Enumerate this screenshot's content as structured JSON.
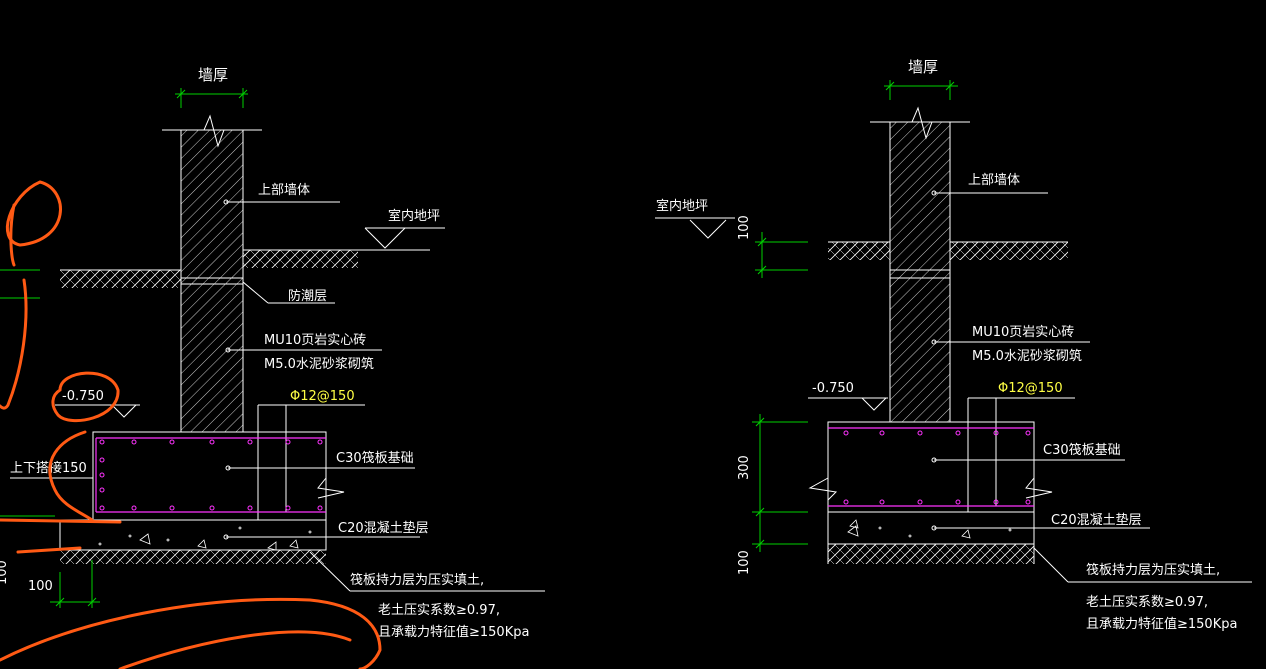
{
  "colors": {
    "background": "#000000",
    "line": "#ffffff",
    "dimension": "#00d000",
    "rebar": "#ff33ff",
    "rebar_callout": "#ffff44",
    "markup": "#ff5a14"
  },
  "left_detail": {
    "wall_thickness": "墙厚",
    "upper_wall": "上部墙体",
    "indoor_floor": "室内地坪",
    "damp_proof": "防潮层",
    "brick_spec_1": "MU10页岩实心砖",
    "brick_spec_2": "M5.0水泥砂浆砌筑",
    "elevation": "-0.750",
    "rebar": "Φ12@150",
    "overlap": "上下搭接150",
    "raft": "C30筏板基础",
    "cushion": "C20混凝土垫层",
    "dim_100": "100",
    "dim_side": "100",
    "bearing_1": "筏板持力层为压实填土,",
    "bearing_2": "老土压实系数≥0.97,",
    "bearing_3": "且承载力特征值≥150Kpa"
  },
  "right_detail": {
    "wall_thickness": "墙厚",
    "upper_wall": "上部墙体",
    "indoor_floor": "室内地坪",
    "dim_floor": "100",
    "brick_spec_1": "MU10页岩实心砖",
    "brick_spec_2": "M5.0水泥砂浆砌筑",
    "elevation": "-0.750",
    "rebar": "Φ12@150",
    "raft": "C30筏板基础",
    "cushion": "C20混凝土垫层",
    "dim_300": "300",
    "dim_100": "100",
    "bearing_1": "筏板持力层为压实填土,",
    "bearing_2": "老土压实系数≥0.97,",
    "bearing_3": "且承载力特征值≥150Kpa"
  }
}
